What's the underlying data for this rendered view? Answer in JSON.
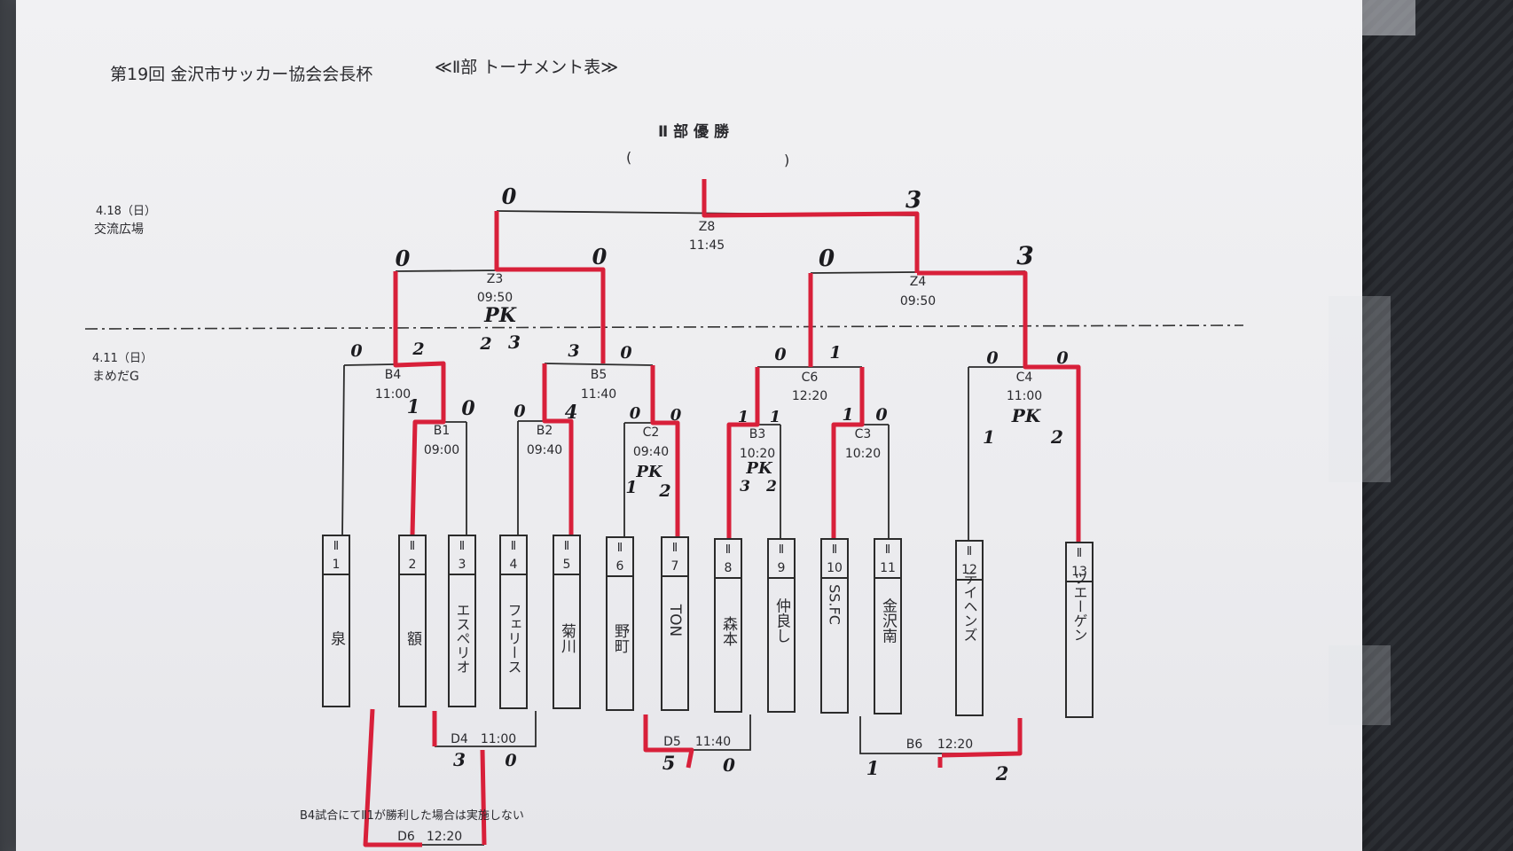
{
  "title": "第19回 金沢市サッカー協会会長杯",
  "subtitle": "≪Ⅱ部 トーナメント表≫",
  "champion_label": "Ⅱ 部 優 勝",
  "champion_paren_open": "(",
  "champion_paren_close": ")",
  "day2": {
    "date": "4.18（日）",
    "venue": "交流広場"
  },
  "day1": {
    "date": "4.11（日）",
    "venue": "まめだG"
  },
  "teams": [
    {
      "seed": "Ⅱ",
      "num": "1",
      "name": "泉"
    },
    {
      "seed": "Ⅱ",
      "num": "2",
      "name": "額"
    },
    {
      "seed": "Ⅱ",
      "num": "3",
      "name": "エスペリオ"
    },
    {
      "seed": "Ⅱ",
      "num": "4",
      "name": "フェリース"
    },
    {
      "seed": "Ⅱ",
      "num": "5",
      "name": "菊川"
    },
    {
      "seed": "Ⅱ",
      "num": "6",
      "name": "野町"
    },
    {
      "seed": "Ⅱ",
      "num": "7",
      "name": "TON"
    },
    {
      "seed": "Ⅱ",
      "num": "8",
      "name": "森本"
    },
    {
      "seed": "Ⅱ",
      "num": "9",
      "name": "仲良し"
    },
    {
      "seed": "Ⅱ",
      "num": "10",
      "name": "SS.FC"
    },
    {
      "seed": "Ⅱ",
      "num": "11",
      "name": "金沢南"
    },
    {
      "seed": "Ⅱ",
      "num": "12",
      "name": "テイヘンズ"
    },
    {
      "seed": "Ⅱ",
      "num": "13",
      "name": "ツエーゲン"
    }
  ],
  "matches": {
    "z8": {
      "code": "Z8",
      "time": "11:45"
    },
    "z3": {
      "code": "Z3",
      "time": "09:50"
    },
    "z4": {
      "code": "Z4",
      "time": "09:50"
    },
    "b4": {
      "code": "B4",
      "time": "11:00"
    },
    "b5": {
      "code": "B5",
      "time": "11:40"
    },
    "c6": {
      "code": "C6",
      "time": "12:20"
    },
    "c4": {
      "code": "C4",
      "time": "11:00"
    },
    "b1": {
      "code": "B1",
      "time": "09:00"
    },
    "b2": {
      "code": "B2",
      "time": "09:40"
    },
    "c2": {
      "code": "C2",
      "time": "09:40"
    },
    "b3": {
      "code": "B3",
      "time": "10:20"
    },
    "c3": {
      "code": "C3",
      "time": "10:20"
    },
    "d4": {
      "code": "D4",
      "time": "11:00"
    },
    "d5": {
      "code": "D5",
      "time": "11:40"
    },
    "b6": {
      "code": "B6",
      "time": "12:20"
    },
    "d6": {
      "code": "D6",
      "time": "12:20"
    }
  },
  "scores": {
    "z8_l": "0",
    "z8_r": "3",
    "z3_l": "0",
    "z3_r": "0",
    "z3_pk": "PK",
    "z3_pk_l": "2",
    "z3_pk_r": "3",
    "z4_l": "0",
    "z4_r": "3",
    "b4_l": "0",
    "b4_r": "2",
    "b5_l": "3",
    "b5_r": "0",
    "c6_l": "0",
    "c6_r": "1",
    "c4_l": "0",
    "c4_r": "0",
    "c4_pk": "PK",
    "c4_pk_l": "1",
    "c4_pk_r": "2",
    "b1_l": "1",
    "b1_r": "0",
    "b2_l": "0",
    "b2_r": "4",
    "c2_l": "0",
    "c2_r": "0",
    "c2_pk": "PK",
    "c2_pk_l": "1",
    "c2_pk_r": "2",
    "b3_l": "1",
    "b3_r": "1",
    "b3_pk": "PK",
    "b3_pk_l": "3",
    "b3_pk_r": "2",
    "c3_l": "1",
    "c3_r": "0",
    "d4_l": "3",
    "d4_r": "0",
    "d5_l": "5",
    "d5_r": "0",
    "b6_l": "1",
    "b6_r": "2"
  },
  "footnote": "B4試合にてⅡ1が勝利した場合は実施しない",
  "colors": {
    "winner_line": "#d8203a",
    "bracket_line": "#2b2b2b",
    "paper": "#eeeef1"
  }
}
